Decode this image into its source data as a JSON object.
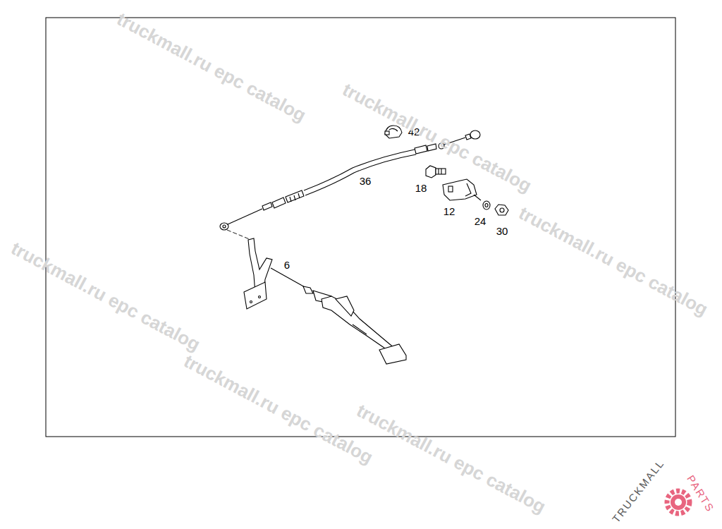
{
  "diagram": {
    "labels": [
      "42",
      "36",
      "18",
      "12",
      "24",
      "30",
      "6",
      "truckmall.ru epc catalog",
      "truckmall.ru epc catalog",
      "truckmall.ru epc catalog",
      "truckmall.ru epc catalog",
      "truckmall.ru epc catalog",
      "truckmall.ru epc catalog",
      "TRUCKMALL",
      "PARTS"
    ]
  }
}
